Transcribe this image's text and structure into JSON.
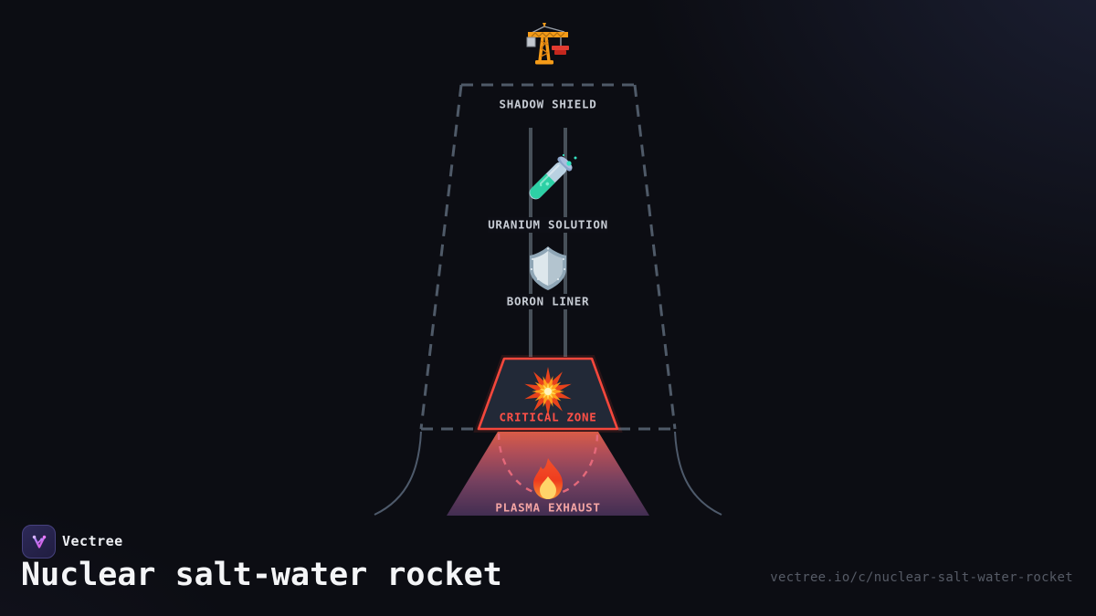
{
  "diagram": {
    "stage_labels": {
      "shadow_shield": "SHADOW SHIELD",
      "uranium_solution": "URANIUM SOLUTION",
      "boron_liner": "BORON LINER",
      "critical_zone": "CRITICAL ZONE",
      "plasma_exhaust": "PLASMA EXHAUST"
    },
    "icons": {
      "top": "construction-crane",
      "uranium": "test-tube",
      "boron": "shield",
      "critical": "explosion-burst",
      "exhaust": "flame"
    },
    "colors": {
      "background": "#0c0d13",
      "outline_dashed": "#4f5a68",
      "pipe": "#475059",
      "label_text": "#c7ccd4",
      "critical_border": "#f4473c",
      "critical_fill": "#222937",
      "critical_text": "#ff5047",
      "exhaust_text": "#f3a4a3",
      "exhaust_arc": "#e4697a",
      "exhaust_gradient_top": "#d95c47",
      "exhaust_gradient_bottom": "#422e52",
      "accent_purple": "#a78bfa",
      "accent_magenta": "#e553e0"
    }
  },
  "footer": {
    "brand_name": "Vectree",
    "title": "Nuclear salt-water rocket",
    "url": "vectree.io/c/nuclear-salt-water-rocket"
  }
}
